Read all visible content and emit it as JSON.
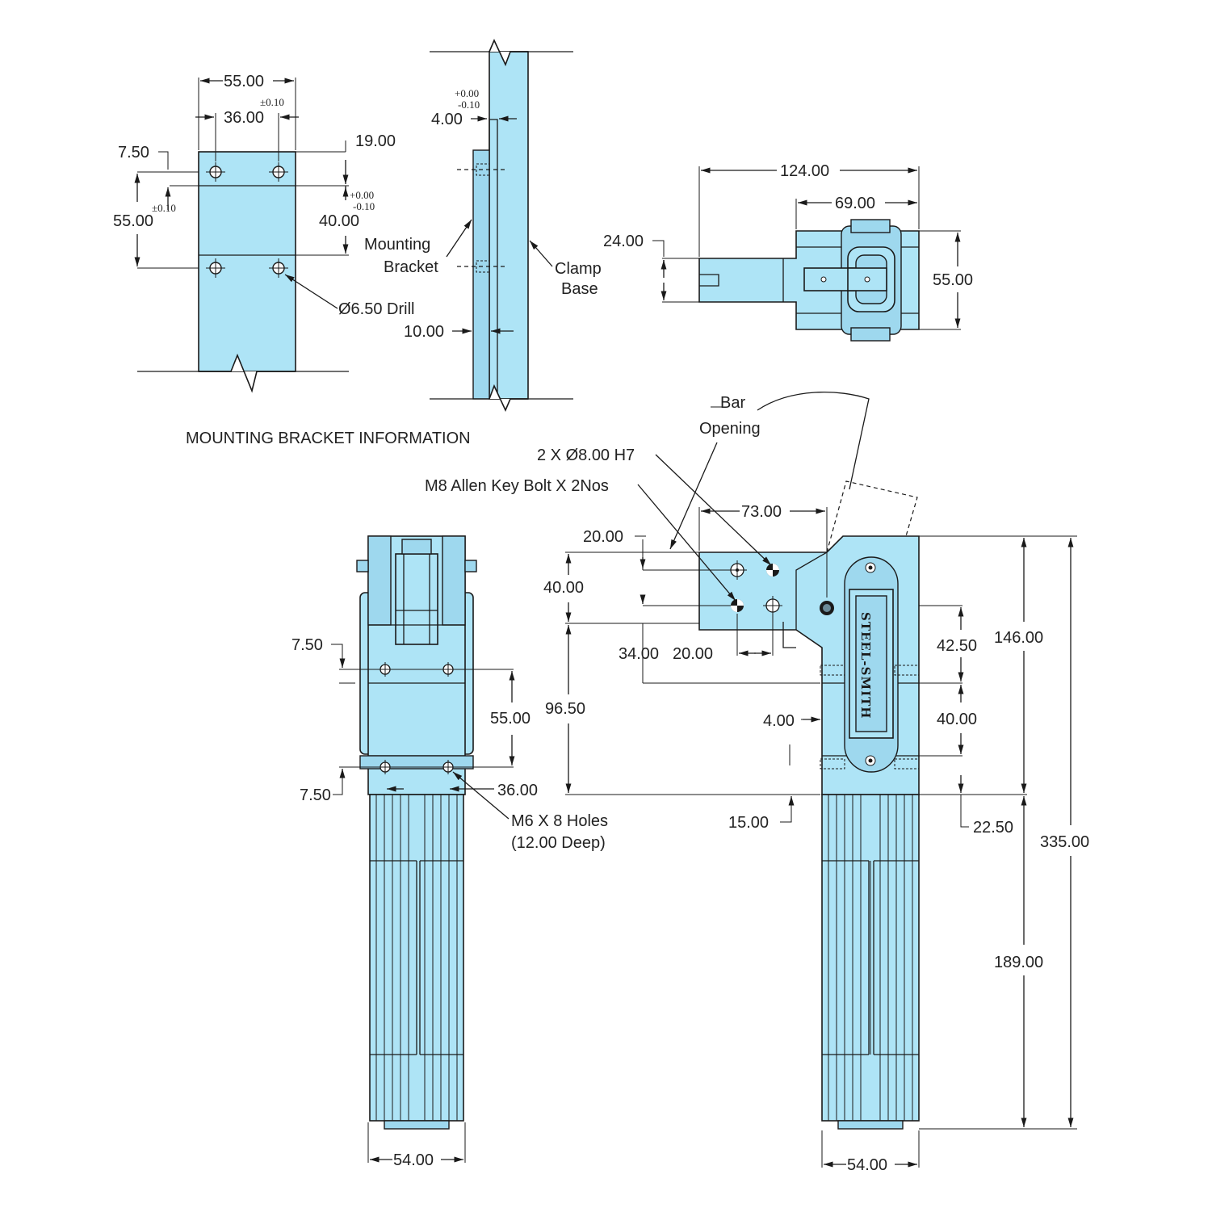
{
  "title": "MOUNTING BRACKET INFORMATION",
  "brand": "STEEL-SMITH",
  "bracket": {
    "width": "55.00",
    "hole_spacing": "36.00",
    "hole_spacing_tol": "±0.10",
    "edge_offset": "7.50",
    "top_offset": "19.00",
    "height": "55.00",
    "height_tol": "±0.10",
    "vertical_spacing": "40.00",
    "vertical_tol_plus": "+0.00",
    "vertical_tol_minus": "-0.10",
    "hole": "Ø6.50 Drill"
  },
  "side_view": {
    "thickness": "4.00",
    "thickness_tol_plus": "+0.00",
    "thickness_tol_minus": "-0.10",
    "mounting_label_1": "Mounting",
    "mounting_label_2": "Bracket",
    "clamp_label_1": "Clamp",
    "clamp_label_2": "Base",
    "base_thickness": "10.00"
  },
  "top_view": {
    "overall": "124.00",
    "body": "69.00",
    "arm": "24.00",
    "width": "55.00"
  },
  "front_view": {
    "offset_top": "7.50",
    "spacing": "55.00",
    "offset_bottom": "7.50",
    "hole_spacing": "36.00",
    "holes_1": "M6 X 8 Holes",
    "holes_2": "(12.00 Deep)",
    "width": "54.00"
  },
  "side_main": {
    "bar_1": "Bar",
    "bar_2": "Opening",
    "dowel": "2 X Ø8.00 H7",
    "bolt": "M8 Allen Key Bolt X 2Nos",
    "pivot": "73.00",
    "arm_offset": "20.00",
    "arm_height": "40.00",
    "hole_x1": "34.00",
    "hole_x2": "20.00",
    "lower": "96.50",
    "slot": "4.00",
    "base": "15.00",
    "top_hole": "42.50",
    "mid_hole": "40.00",
    "bottom": "22.50",
    "upper": "146.00",
    "total": "335.00",
    "cylinder": "189.00",
    "width": "54.00"
  }
}
